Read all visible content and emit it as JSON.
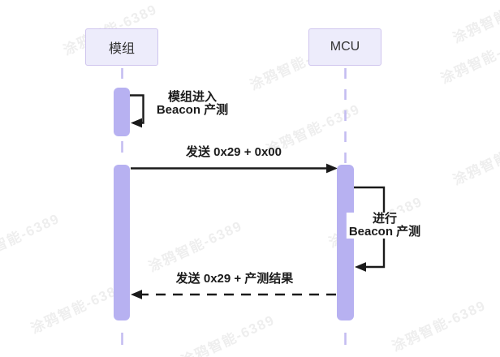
{
  "diagram": {
    "type": "sequence-diagram",
    "watermark": "涂鸦智能-6389",
    "actors": [
      {
        "id": "module",
        "label": "模组"
      },
      {
        "id": "mcu",
        "label": "MCU"
      }
    ],
    "messages": [
      {
        "id": "m1",
        "kind": "self-loop-solid",
        "from": "module",
        "to": "module",
        "lines": [
          "模组进入",
          "Beacon 产测"
        ]
      },
      {
        "id": "m2",
        "kind": "solid-arrow",
        "from": "module",
        "to": "mcu",
        "label": "发送 0x29 + 0x00"
      },
      {
        "id": "m3",
        "kind": "self-loop-solid",
        "from": "mcu",
        "to": "mcu",
        "lines": [
          "进行",
          "Beacon 产测"
        ]
      },
      {
        "id": "m4",
        "kind": "dashed-arrow",
        "from": "mcu",
        "to": "module",
        "label": "发送 0x29 + 产测结果"
      }
    ],
    "colors": {
      "actor_fill": "#edecfb",
      "actor_border": "#cfc5ee",
      "activation_fill": "#b7b1f1",
      "lifeline": "#c4bdf1",
      "message_line": "#1a1a1a",
      "text": "#1b1b1b"
    }
  }
}
